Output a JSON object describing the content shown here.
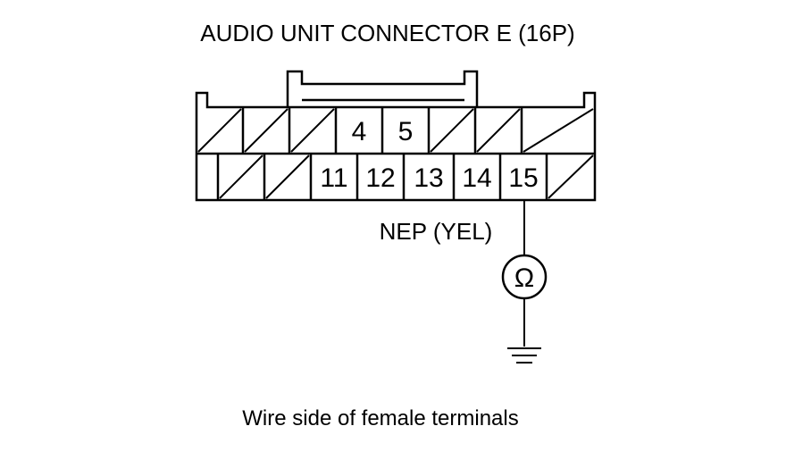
{
  "title": "AUDIO UNIT CONNECTOR E (16P)",
  "top_row_terminals": [
    {
      "label": "",
      "blank": true
    },
    {
      "label": "",
      "blank": true
    },
    {
      "label": "",
      "blank": true
    },
    {
      "label": "4",
      "blank": false
    },
    {
      "label": "5",
      "blank": false
    },
    {
      "label": "",
      "blank": true
    },
    {
      "label": "",
      "blank": true
    },
    {
      "label": "",
      "blank": true
    }
  ],
  "bottom_row_terminals": [
    {
      "label": "",
      "blank": true
    },
    {
      "label": "",
      "blank": true
    },
    {
      "label": "11",
      "blank": false
    },
    {
      "label": "12",
      "blank": false
    },
    {
      "label": "13",
      "blank": false
    },
    {
      "label": "14",
      "blank": false
    },
    {
      "label": "15",
      "blank": false
    },
    {
      "label": "",
      "blank": true
    }
  ],
  "wire_label": "NEP (YEL)",
  "meter_symbol": "Ω",
  "meter_icon": "ohmmeter-icon",
  "ground_icon": "ground-icon",
  "caption": "Wire side of female terminals"
}
